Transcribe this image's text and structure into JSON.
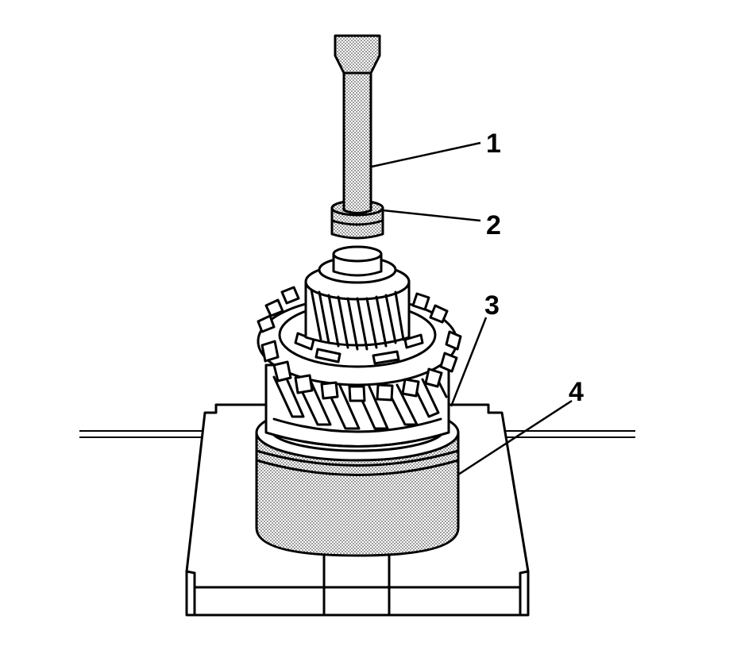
{
  "callouts": [
    {
      "id": "1",
      "label": "1"
    },
    {
      "id": "2",
      "label": "2"
    },
    {
      "id": "3",
      "label": "3"
    },
    {
      "id": "4",
      "label": "4"
    }
  ],
  "colors": {
    "line": "#000000",
    "background": "#ffffff",
    "stipple": "#555555"
  }
}
